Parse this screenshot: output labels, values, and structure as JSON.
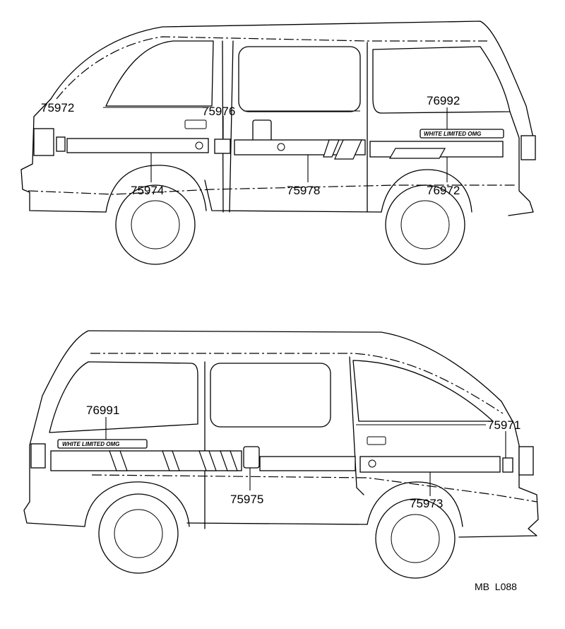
{
  "drawing_code": "MB  L088",
  "views": {
    "upper": {
      "callouts": {
        "c75972": "75972",
        "c75976": "75976",
        "c76992": "76992",
        "c75974": "75974",
        "c75978": "75978",
        "c76972": "76972"
      },
      "emblem_text": "WHITE LIMITED OMG"
    },
    "lower": {
      "callouts": {
        "c76991": "76991",
        "c75971": "75971",
        "c75975": "75975",
        "c75973": "75973"
      },
      "emblem_text": "WHITE LIMITED OMG"
    }
  }
}
